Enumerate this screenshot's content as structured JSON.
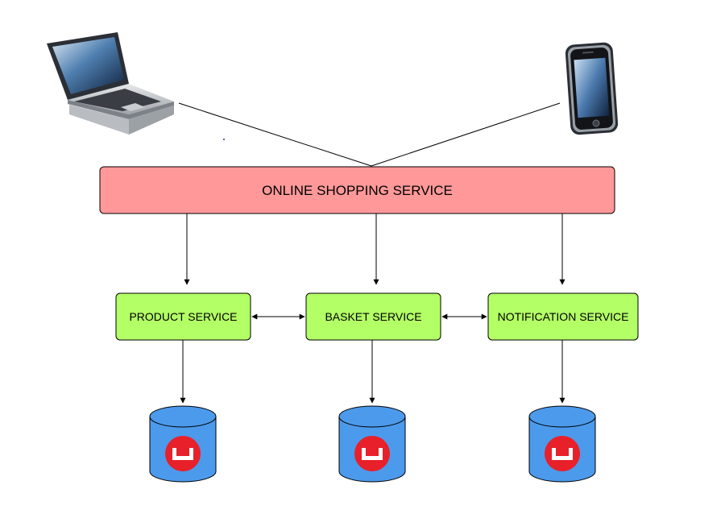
{
  "gateway": {
    "label": "ONLINE SHOPPING SERVICE",
    "fill": "#ff9999"
  },
  "services": [
    {
      "label": "PRODUCT SERVICE"
    },
    {
      "label": "BASKET SERVICE"
    },
    {
      "label": "NOTIFICATION SERVICE"
    }
  ],
  "clients": [
    {
      "icon": "laptop-icon"
    },
    {
      "icon": "smartphone-icon"
    }
  ],
  "databases": [
    {
      "icon": "couchbase-database-icon"
    },
    {
      "icon": "couchbase-database-icon"
    },
    {
      "icon": "couchbase-database-icon"
    }
  ],
  "colors": {
    "service_fill": "#b3ff66",
    "database_fill": "#4c9aec",
    "logo_red": "#e8202a",
    "line": "#000000"
  }
}
